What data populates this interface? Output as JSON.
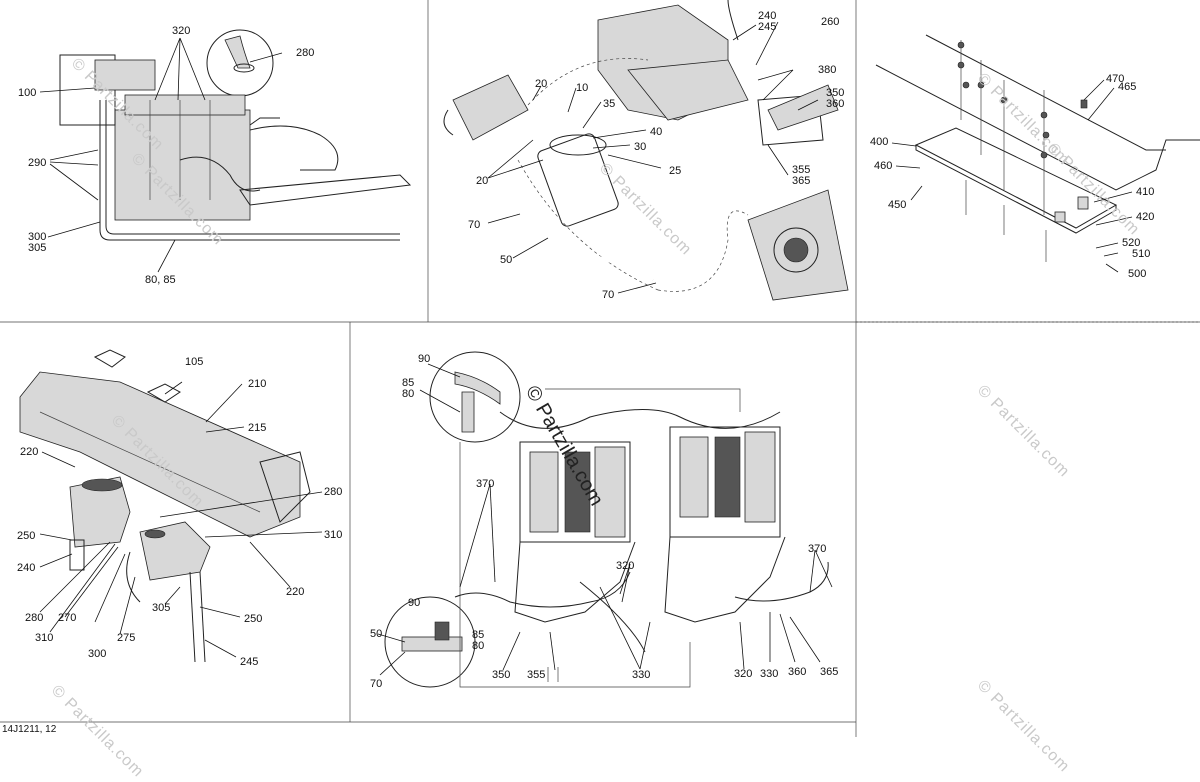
{
  "diagram_code": "14J1211, 12",
  "watermark": "© Partzilla.com",
  "watermark_center": "© Partzilla.com",
  "panels": {
    "engine": {
      "labels": [
        "320",
        "280",
        "100",
        "290",
        "300",
        "305",
        "80, 85"
      ]
    },
    "intake": {
      "labels": [
        "240",
        "245",
        "260",
        "380",
        "350",
        "360",
        "20",
        "10",
        "35",
        "40",
        "30",
        "25",
        "20",
        "355",
        "365",
        "70",
        "50",
        "70"
      ]
    },
    "plate": {
      "labels": [
        "470",
        "465",
        "400",
        "460",
        "450",
        "410",
        "420",
        "520",
        "510",
        "500"
      ]
    },
    "tank": {
      "labels": [
        "105",
        "210",
        "215",
        "220",
        "280",
        "310",
        "250",
        "240",
        "280",
        "310",
        "270",
        "300",
        "275",
        "305",
        "250",
        "245",
        "220"
      ]
    },
    "cooling": {
      "labels": [
        "90",
        "85",
        "80",
        "370",
        "320",
        "370",
        "90",
        "50",
        "85",
        "80",
        "70",
        "350",
        "355",
        "330",
        "330",
        "320",
        "360",
        "365"
      ]
    }
  }
}
